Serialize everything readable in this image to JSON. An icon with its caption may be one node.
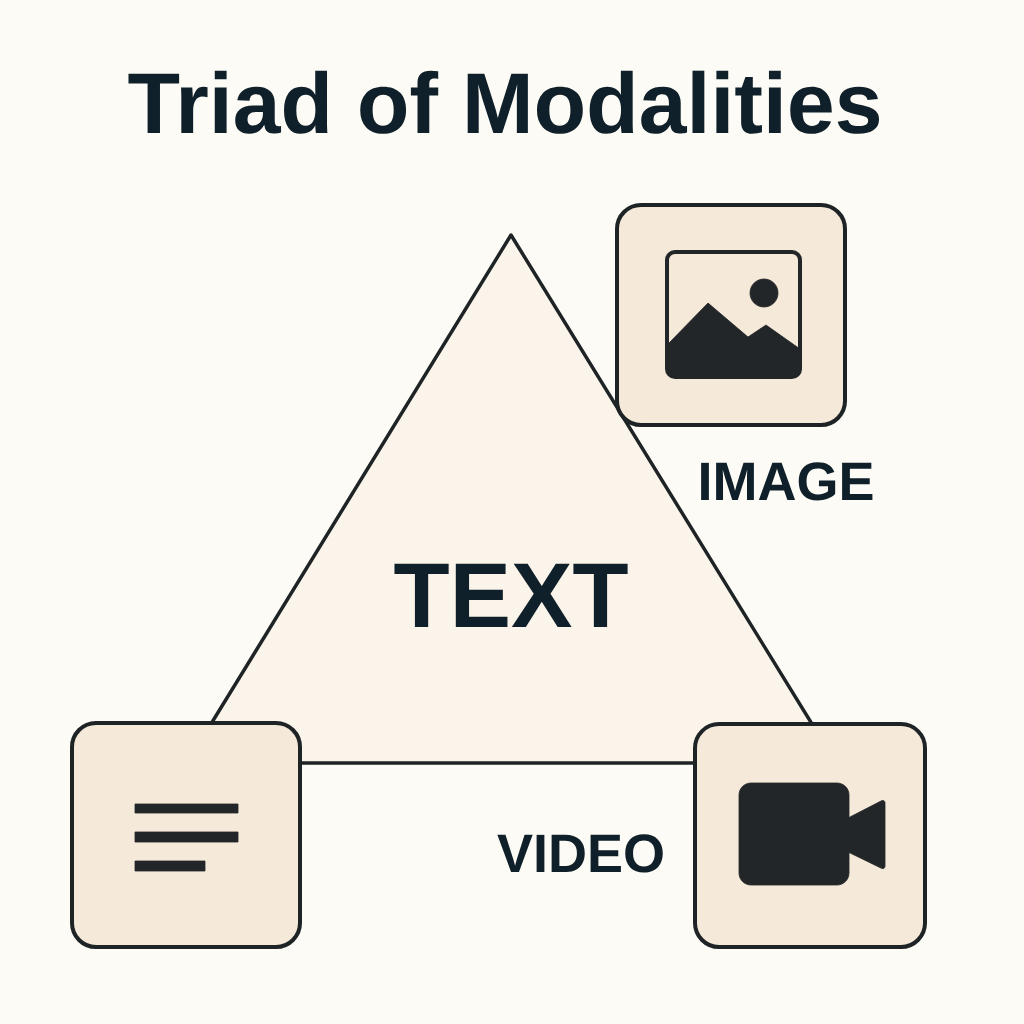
{
  "diagram": {
    "title": "Triad of Modalities",
    "nodes": [
      {
        "text": [
          "TEXT"
        ]
      },
      {
        "text": [],
        "shape": "box"
      },
      {
        "text": [],
        "shape": "box"
      },
      {
        "text": [],
        "shape": "box",
        "beside": [
          "VIDEO"
        ]
      }
    ],
    "labels": [
      "IMAGE"
    ]
  }
}
